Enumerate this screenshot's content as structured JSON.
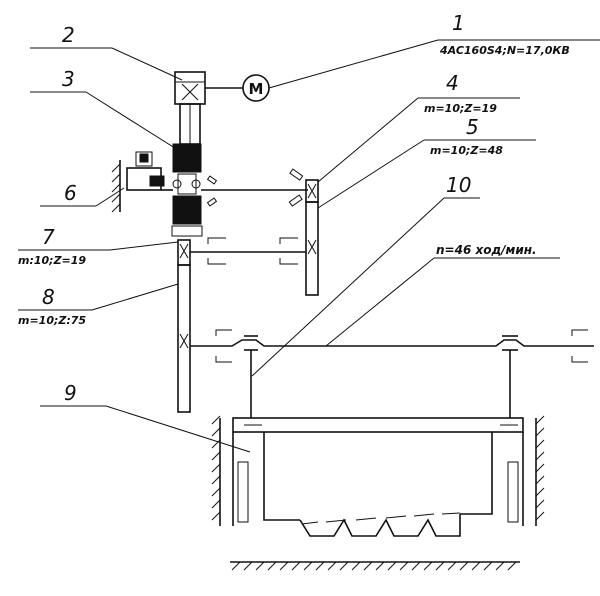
{
  "callouts": {
    "c1": {
      "number": "1",
      "spec": "4AC160S4;N=17,0КВ"
    },
    "c2": {
      "number": "2"
    },
    "c3": {
      "number": "3"
    },
    "c4": {
      "number": "4",
      "spec": "m=10;Z=19"
    },
    "c5": {
      "number": "5",
      "spec": "m=10;Z=48"
    },
    "c6": {
      "number": "6"
    },
    "c7": {
      "number": "7",
      "spec": "m:10;Z=19"
    },
    "c8": {
      "number": "8",
      "spec": "m=10;Z:75"
    },
    "c9": {
      "number": "9"
    },
    "c10": {
      "number": "10"
    }
  },
  "speed_label": "n=46 ход/мин.",
  "motor_symbol": "M"
}
